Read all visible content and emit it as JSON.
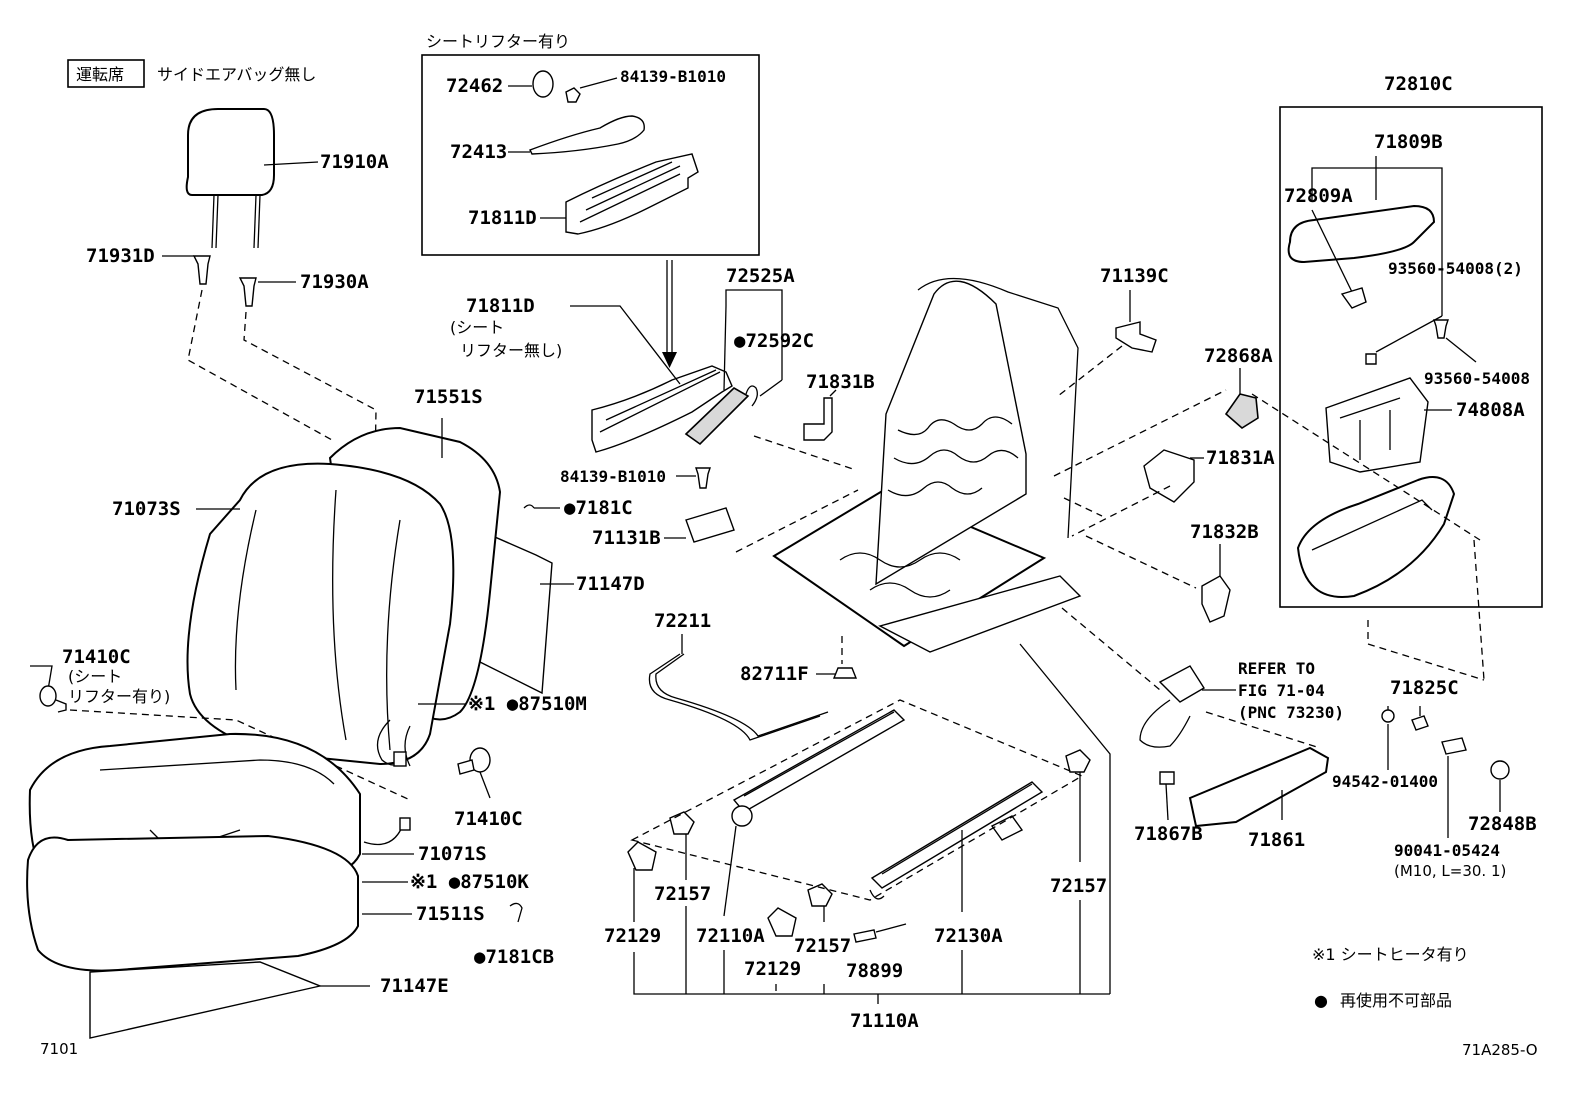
{
  "header": {
    "driver_box_label": "運転席",
    "subtitle": "サイドエアバッグ無し"
  },
  "lifter_box": {
    "title": "シートリフター有り"
  },
  "notes": {
    "seat_heater": "※1  シートヒータ有り",
    "non_reusable": "再使用不可部品",
    "non_reusable_symbol": "●"
  },
  "refer": {
    "line1": "REFER TO",
    "line2": "FIG 71-04",
    "line3": "(PNC 73230)"
  },
  "footer": {
    "left_code": "7101",
    "right_code": "71A285-O"
  },
  "parts": {
    "p71910A": "71910A",
    "p71931D": "71931D",
    "p71930A": "71930A",
    "p72462": "72462",
    "p84139_B1010_top": "84139-B1010",
    "p72413": "72413",
    "p71811D_top": "71811D",
    "p71811D": "71811D",
    "p71811D_note1": "(シート",
    "p71811D_note2": "リフター無し)",
    "p72525A": "72525A",
    "p72592C": "●72592C",
    "p71831B": "71831B",
    "p71139C": "71139C",
    "p72810C": "72810C",
    "p71809B": "71809B",
    "p72809A": "72809A",
    "p93560_2": "93560-54008(2)",
    "p93560": "93560-54008",
    "p74808A": "74808A",
    "p72868A": "72868A",
    "p71831A": "71831A",
    "p71832B": "71832B",
    "p71551S": "71551S",
    "p71073S": "71073S",
    "p84139_B1010": "84139-B1010",
    "p7181C": "●7181C",
    "p71131B": "71131B",
    "p71147D": "71147D",
    "p72211": "72211",
    "p82711F": "82711F",
    "p71410C_top": "71410C",
    "p71410C_note1": "(シート",
    "p71410C_note2": "リフター有り)",
    "p87510M": "※1 ●87510M",
    "p71410C": "71410C",
    "p71071S": "71071S",
    "p87510K": "※1 ●87510K",
    "p71511S": "71511S",
    "p7181CB": "●7181CB",
    "p71147E": "71147E",
    "p72157_a": "72157",
    "p72129_a": "72129",
    "p72110A": "72110A",
    "p72157_b": "72157",
    "p72129_b": "72129",
    "p78899": "78899",
    "p72130A": "72130A",
    "p72157_c": "72157",
    "p71110A": "71110A",
    "p71825C": "71825C",
    "p94542": "94542-01400",
    "p72848B": "72848B",
    "p90041": "90041-05424",
    "p90041_note": "(M10, L=30. 1)",
    "p71867B": "71867B",
    "p71861": "71861"
  }
}
